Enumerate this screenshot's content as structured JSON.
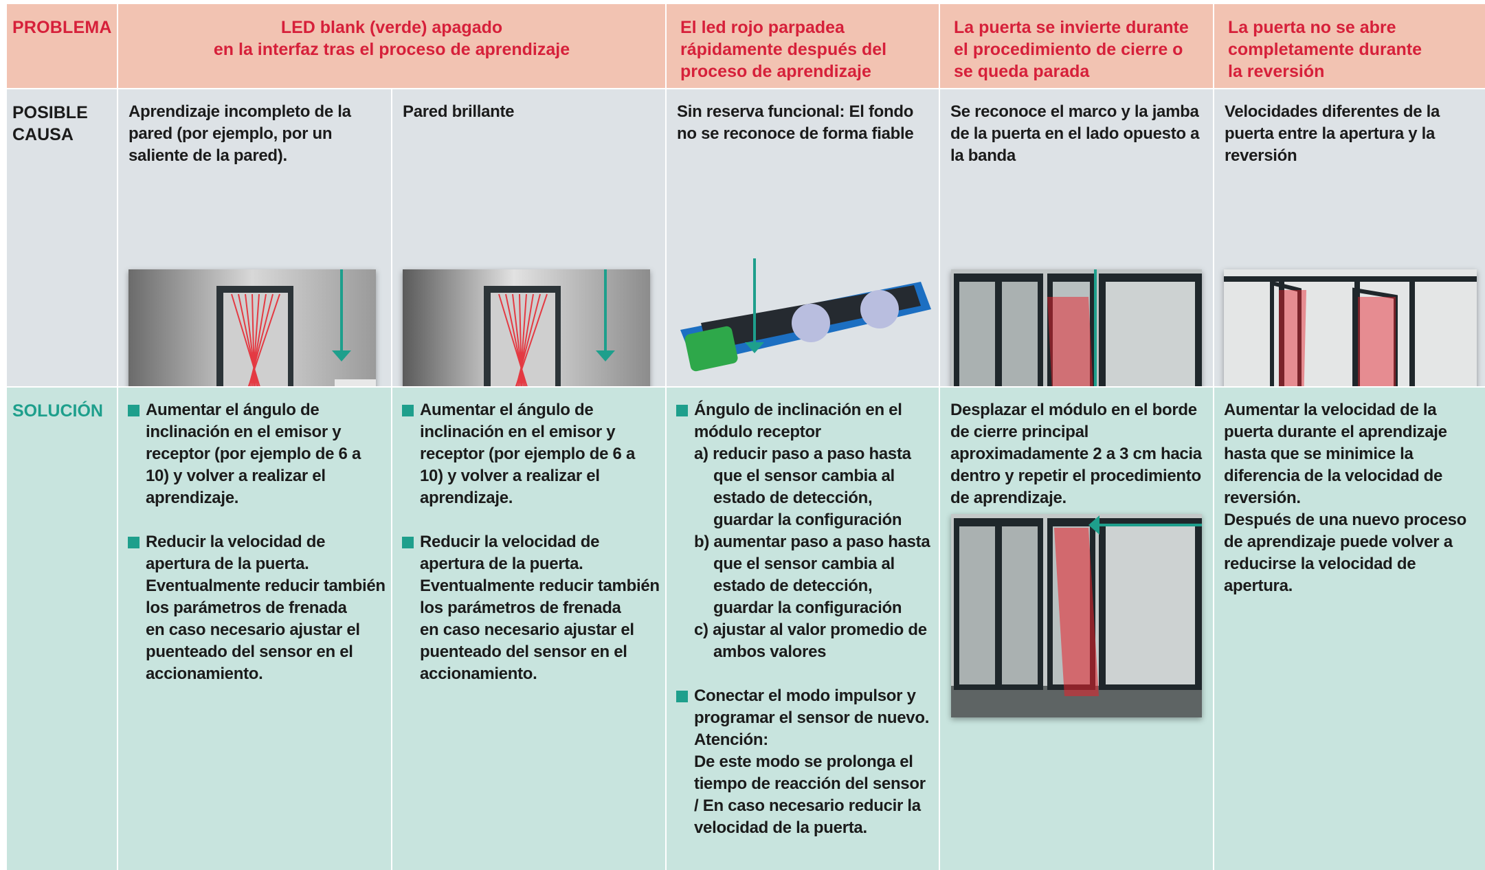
{
  "labels": {
    "problem": "PROBLEMA",
    "cause": "POSIBLE CAUSA",
    "solution": "SOLUCIÓN"
  },
  "problems": {
    "p1": "LED blank (verde) apagado\nen la interfaz tras el proceso de aprendizaje",
    "p2": "El led rojo parpadea\nrápidamente después del\nproceso de aprendizaje",
    "p3": "La puerta se invierte durante\nel procedimiento de cierre o\nse queda parada",
    "p4": "La puerta no se abre\ncompletamente durante\nla reversión"
  },
  "causes": {
    "c1": "Aprendizaje incompleto de la pared (por ejemplo, por un saliente de la pared).",
    "c2": "Pared brillante",
    "c3": "Sin reserva funcional: El fondo no se reconoce de forma fiable",
    "c4": "Se reconoce el marco y la jamba de la puerta en el lado opuesto a la banda",
    "c5": "Velocidades diferentes de la puerta entre la apertura y la reversión"
  },
  "solutions": {
    "s1a": "Aumentar el ángulo de inclinación en el emisor y receptor (por ejemplo de 6 a 10) y volver a realizar el aprendizaje.",
    "s1b": "Reducir la velocidad de apertura de la puerta.\nEventualmente reducir también los parámetros de frenada\nen caso necesario ajustar el puenteado del sensor en el accionamiento.",
    "s2a": "Aumentar el ángulo de inclinación en el emisor y receptor (por ejemplo de 6 a 10) y volver a realizar el aprendizaje.",
    "s2b": "Reducir la velocidad de apertura de la puerta.\nEventualmente reducir también los parámetros de frenada\nen caso necesario ajustar el puenteado del sensor en el accionamiento.",
    "s3a_title": "Ángulo de inclinación en el módulo receptor",
    "s3a_a_head": "a) reducir paso a paso hasta",
    "s3a_a_rest": "que el sensor cambia al estado de detección, guardar la configuración",
    "s3a_b_head": "b) aumentar paso a paso hasta",
    "s3a_b_rest": "que el sensor cambia al estado de detección, guardar la configuración",
    "s3a_c_head": "c) ajustar al valor promedio de",
    "s3a_c_rest": "ambos valores",
    "s3b": "Conectar el modo impulsor y programar el sensor de nuevo.\nAtención:\nDe este modo se prolonga el tiempo de reacción del sensor / En caso necesario reducir la velocidad de la puerta.",
    "s4": "Desplazar el módulo en el borde de cierre principal aproximadamente 2 a 3 cm hacia dentro y repetir el procedimiento de aprendizaje.",
    "s5": "Aumentar la velocidad de la puerta durante el aprendizaje hasta que se minimice la diferencia de la velocidad de reversión.\nDespués de una nuevo proceso de aprendizaje puede volver a reducirse la velocidad de apertura."
  },
  "colors": {
    "header_bg": "#f2c3b2",
    "cause_bg": "#dde2e6",
    "solution_bg": "#c8e4de",
    "accent_red": "#d6203a",
    "accent_teal": "#1e9f8c"
  }
}
